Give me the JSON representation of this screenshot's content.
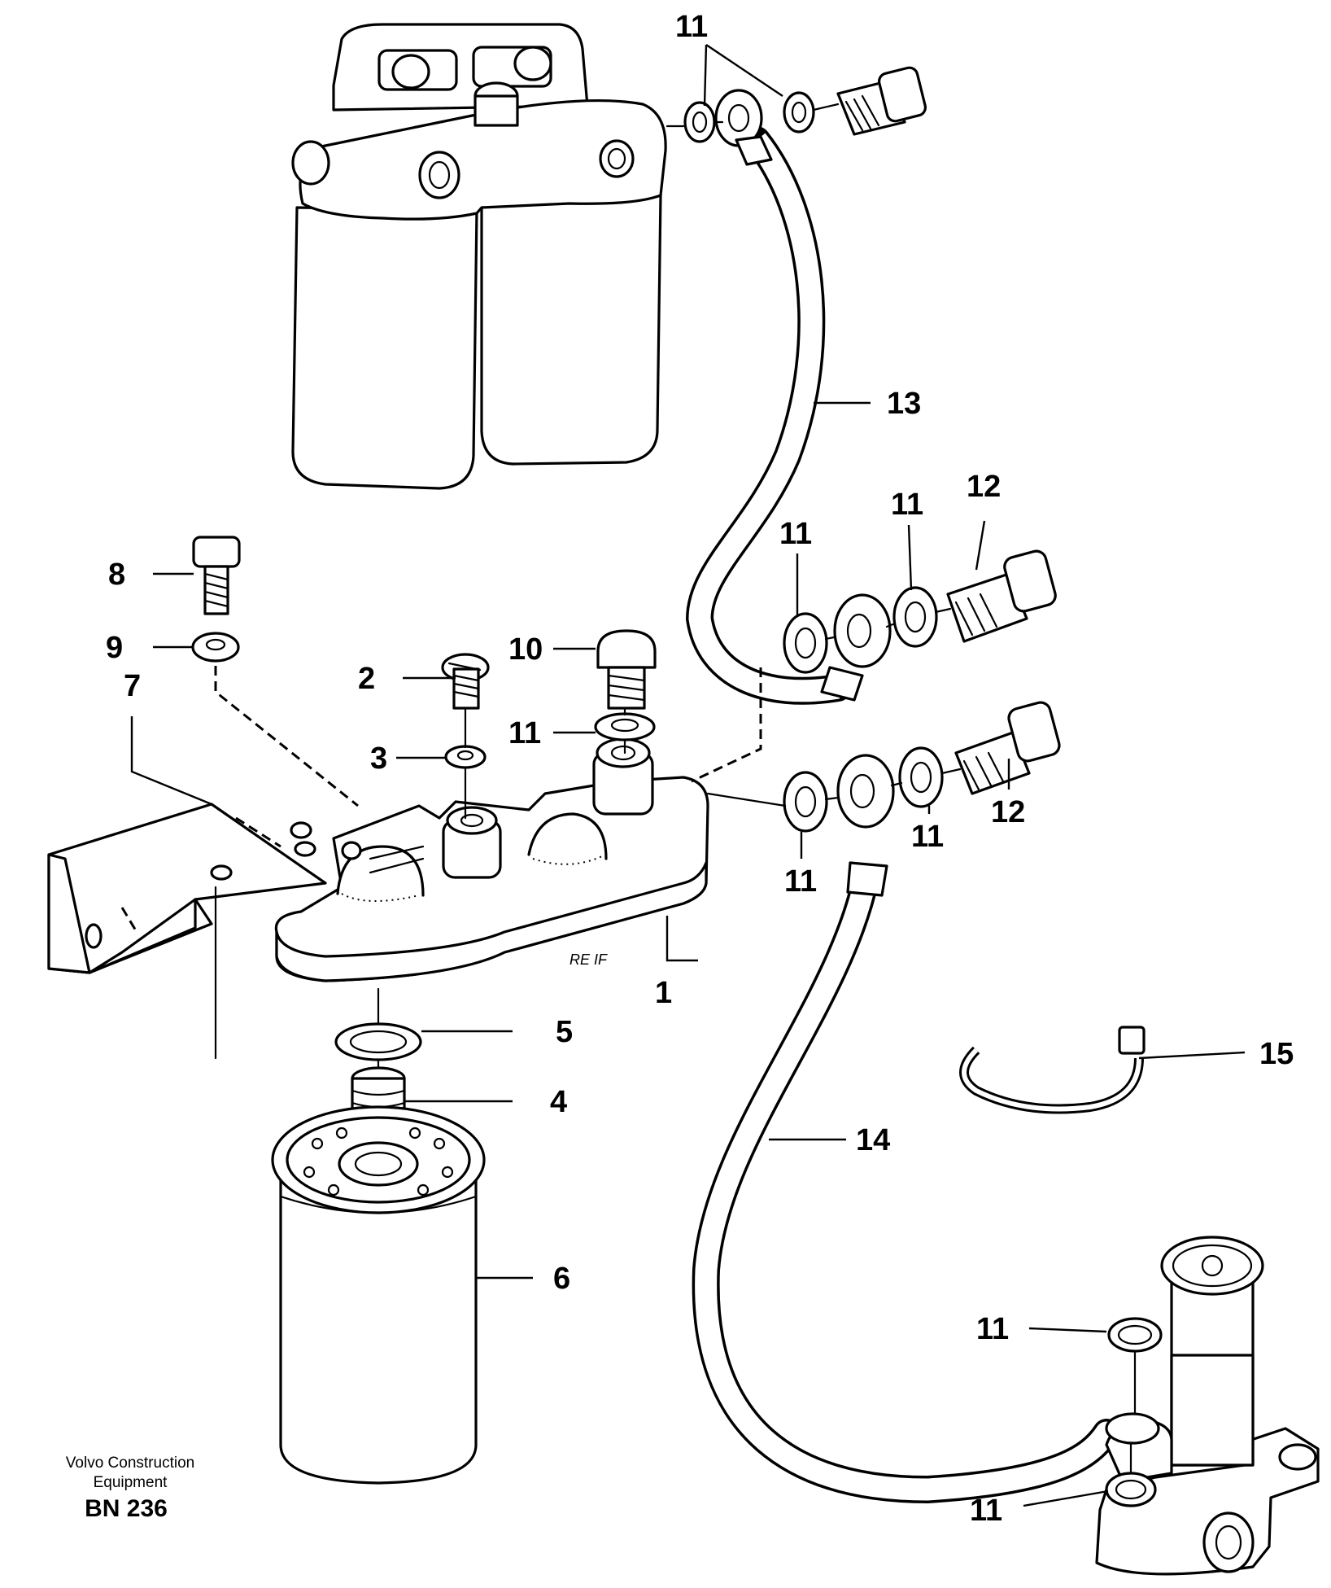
{
  "manufacturer": {
    "line1": "Volvo Construction",
    "line2": "Equipment"
  },
  "document_code": "BN 236",
  "stamp": "RE IF",
  "callouts": [
    "1",
    "2",
    "3",
    "4",
    "5",
    "6",
    "7",
    "8",
    "9",
    "10",
    "11",
    "11",
    "11",
    "11",
    "11",
    "11",
    "11",
    "11",
    "11",
    "12",
    "12",
    "13",
    "14",
    "15"
  ]
}
